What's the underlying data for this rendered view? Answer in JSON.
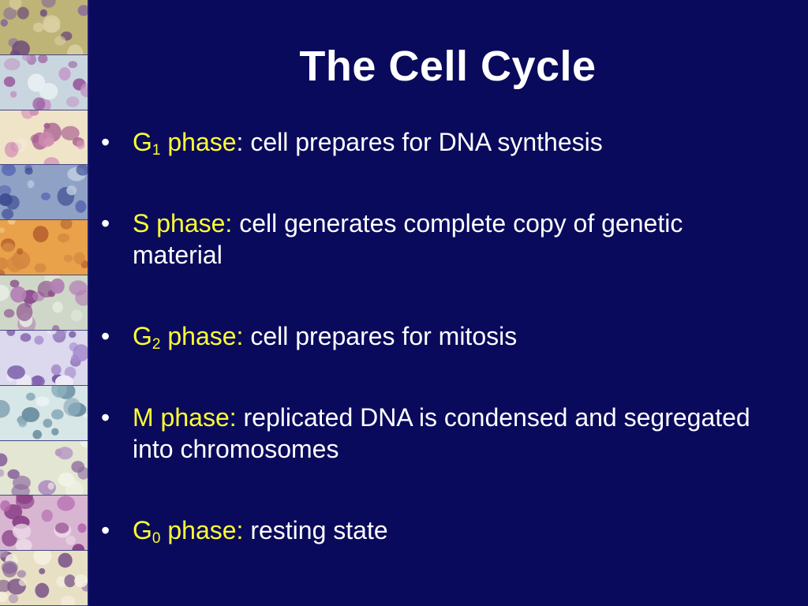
{
  "slide": {
    "title": "The Cell Cycle",
    "bullet_symbol": "•",
    "bullets": [
      {
        "term_base": "G",
        "term_sub": "1",
        "term_rest": " phase",
        "separator": ":",
        "text": " cell prepares for DNA synthesis"
      },
      {
        "term_base": "S phase:",
        "term_sub": "",
        "term_rest": "",
        "separator": "",
        "text": " cell generates complete copy of genetic material"
      },
      {
        "term_base": "G",
        "term_sub": "2",
        "term_rest": " phase:",
        "separator": "",
        "text": " cell prepares for mitosis"
      },
      {
        "term_base": "M phase:",
        "term_sub": "",
        "term_rest": "",
        "separator": "",
        "text": " replicated DNA is condensed and segregated into chromosomes"
      },
      {
        "term_base": "G",
        "term_sub": "0",
        "term_rest": " phase:",
        "separator": "",
        "text": " resting state"
      }
    ]
  },
  "colors": {
    "background": "#0a0a5c",
    "title": "#ffffff",
    "term": "#ffff33",
    "body_text": "#ffffff"
  },
  "decor": {
    "strip_image": "cell-micrograph-tiles",
    "tile_palettes": [
      [
        "#bfb478",
        "#6e4a7a",
        "#8a6f9a",
        "#d9cfa0"
      ],
      [
        "#c9d6df",
        "#9b5fa0",
        "#c39ac8",
        "#e6eef2"
      ],
      [
        "#efe3c8",
        "#a65a8e",
        "#d38fb4",
        "#f3ead6"
      ],
      [
        "#8fa2c6",
        "#3e4f94",
        "#5b6cb3",
        "#b9c6de"
      ],
      [
        "#e9a24a",
        "#b55e2c",
        "#d48740",
        "#f4c98a"
      ],
      [
        "#cfd8c8",
        "#8a4f8c",
        "#b37fb5",
        "#e5ebe0"
      ],
      [
        "#dcd8ee",
        "#7a5aa8",
        "#a58acb",
        "#eeeaf7"
      ],
      [
        "#d7e6e6",
        "#6a8fa2",
        "#8fb0bd",
        "#eef5f5"
      ],
      [
        "#e3e6d2",
        "#8e6a9e",
        "#b695c2",
        "#f1f3e7"
      ],
      [
        "#d8b6d2",
        "#8a3f86",
        "#b56aae",
        "#ecd9e8"
      ],
      [
        "#e8e0c4",
        "#7f5a8c",
        "#a98bb0",
        "#f4eedd"
      ]
    ]
  }
}
